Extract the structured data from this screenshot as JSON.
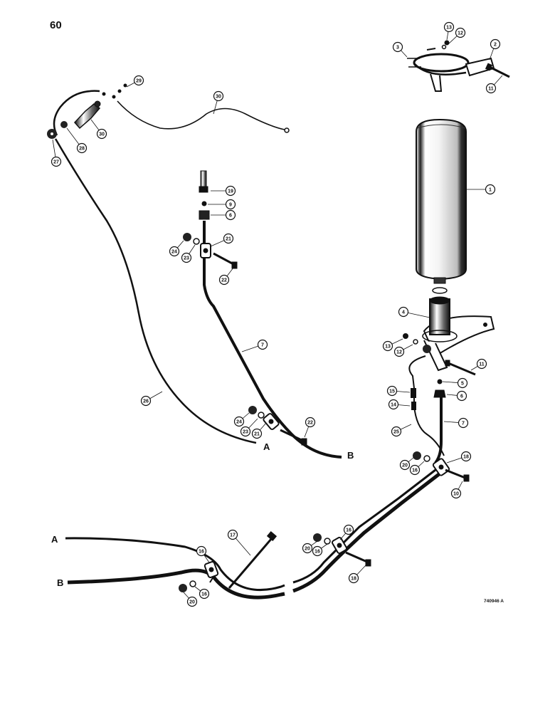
{
  "page_number": "60",
  "figure_code": "740946 A",
  "line_end_labels": {
    "a": "A",
    "b": "B"
  },
  "callouts": [
    {
      "id": "c13a",
      "label": "13"
    },
    {
      "id": "c12a",
      "label": "12"
    },
    {
      "id": "c3",
      "label": "3"
    },
    {
      "id": "c2",
      "label": "2"
    },
    {
      "id": "c11a",
      "label": "11"
    },
    {
      "id": "c1",
      "label": "1"
    },
    {
      "id": "c4",
      "label": "4"
    },
    {
      "id": "c13b",
      "label": "13"
    },
    {
      "id": "c12b",
      "label": "12"
    },
    {
      "id": "c11b",
      "label": "11"
    },
    {
      "id": "c5",
      "label": "5"
    },
    {
      "id": "c6a",
      "label": "6"
    },
    {
      "id": "c15",
      "label": "15"
    },
    {
      "id": "c14",
      "label": "14"
    },
    {
      "id": "c7a",
      "label": "7"
    },
    {
      "id": "c25a",
      "label": "25"
    },
    {
      "id": "c20a",
      "label": "20"
    },
    {
      "id": "c16a",
      "label": "16"
    },
    {
      "id": "c18a",
      "label": "18"
    },
    {
      "id": "c10",
      "label": "10"
    },
    {
      "id": "c29",
      "label": "29"
    },
    {
      "id": "c30a",
      "label": "30"
    },
    {
      "id": "c30b",
      "label": "30"
    },
    {
      "id": "c28",
      "label": "28"
    },
    {
      "id": "c27",
      "label": "27"
    },
    {
      "id": "c19",
      "label": "19"
    },
    {
      "id": "c9",
      "label": "9"
    },
    {
      "id": "c6b",
      "label": "6"
    },
    {
      "id": "c21a",
      "label": "21"
    },
    {
      "id": "c24a",
      "label": "24"
    },
    {
      "id": "c23a",
      "label": "23"
    },
    {
      "id": "c22a",
      "label": "22"
    },
    {
      "id": "c7b",
      "label": "7"
    },
    {
      "id": "c26",
      "label": "26"
    },
    {
      "id": "c24b",
      "label": "24"
    },
    {
      "id": "c23b",
      "label": "23"
    },
    {
      "id": "c21b",
      "label": "21"
    },
    {
      "id": "c22b",
      "label": "22"
    },
    {
      "id": "c17",
      "label": "17"
    },
    {
      "id": "c16b",
      "label": "16"
    },
    {
      "id": "c20b",
      "label": "20"
    },
    {
      "id": "c16c",
      "label": "16"
    },
    {
      "id": "c18b",
      "label": "18"
    },
    {
      "id": "c16d",
      "label": "16"
    },
    {
      "id": "c20c",
      "label": "20"
    },
    {
      "id": "c16e",
      "label": "16"
    }
  ]
}
